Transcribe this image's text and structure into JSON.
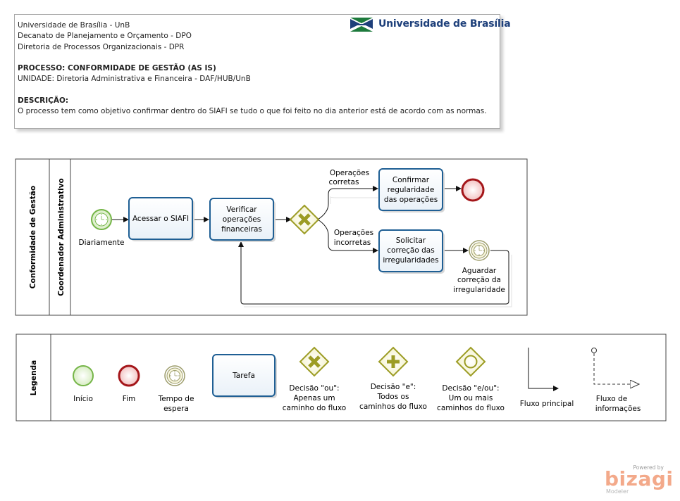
{
  "header": {
    "lines": [
      "Universidade de Brasília - UnB",
      "Decanato de Planejamento e Orçamento - DPO",
      "Diretoria de Processos Organizacionais - DPR"
    ],
    "processo_label": "PROCESSO:",
    "processo_value": "CONFORMIDADE DE GESTÃO (AS IS)",
    "unidade_label": "UNIDADE:",
    "unidade_value": "Diretoria Administrativa e Financeira - DAF/HUB/UnB",
    "descricao_label": "DESCRIÇÃO:",
    "descricao_value": "O processo tem como objetivo confirmar dentro do SIAFI se tudo o que foi feito no dia anterior está de acordo com as normas.",
    "logo_text": "Universidade de Brasília",
    "logo_color": "#1d3f7a"
  },
  "pool": {
    "name": "Conformidade de Gestão",
    "lane": "Coordenador Administrativo"
  },
  "flow": {
    "start_label": "Diariamente",
    "task_acessar": "Acessar o SIAFI",
    "task_verificar": [
      "Verificar",
      "operações",
      "financeiras"
    ],
    "branch_ok": [
      "Operações",
      "corretas"
    ],
    "branch_nok": [
      "Operações",
      "incorretas"
    ],
    "task_confirmar": [
      "Confirmar",
      "regularidade",
      "das operações"
    ],
    "task_solicitar": [
      "Solicitar",
      "correção das",
      "irregularidades"
    ],
    "wait_label": [
      "Aguardar",
      "correção da",
      "irregularidade"
    ]
  },
  "legend": {
    "title": "Legenda",
    "inicio": "Início",
    "fim": "Fim",
    "espera": [
      "Tempo de",
      "espera"
    ],
    "tarefa": "Tarefa",
    "ou": [
      "Decisão \"ou\":",
      "Apenas um",
      "caminho do fluxo"
    ],
    "e": [
      "Decisão \"e\":",
      "Todos os",
      "caminhos do fluxo"
    ],
    "eou": [
      "Decisão \"e/ou\":",
      "Um ou mais",
      "caminhos do fluxo"
    ],
    "fluxo_principal": "Fluxo principal",
    "fluxo_info": [
      "Fluxo de",
      "informações"
    ]
  },
  "footer": {
    "powered": "Powered by",
    "brand": "bizagi",
    "product": "Modeler"
  },
  "colors": {
    "task_border": "#1f5f94",
    "gateway": "#9c9c24",
    "start": "#75b548",
    "end": "#a4161a"
  }
}
